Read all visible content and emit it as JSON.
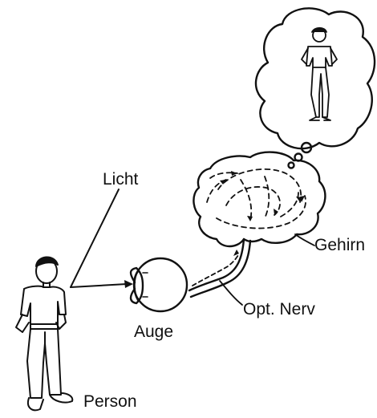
{
  "labels": {
    "light": "Licht",
    "brain": "Gehirn",
    "optic_nerve": "Opt. Nerv",
    "eye": "Auge",
    "person": "Person"
  },
  "colors": {
    "ink": "#111111",
    "background": "#ffffff"
  },
  "icons": {
    "person": "standing-person-figure",
    "thought_person": "standing-person-figure-small",
    "eye": "eyeball-cross-section",
    "brain": "brain-outline-with-circulating-arrows",
    "thought_bubble": "cloud-thought-bubble"
  }
}
